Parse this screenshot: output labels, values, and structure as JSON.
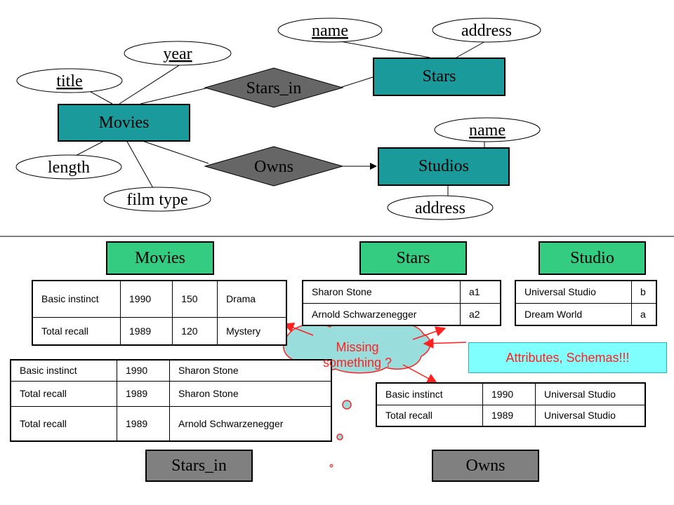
{
  "er": {
    "entities": {
      "movies": "Movies",
      "stars": "Stars",
      "studios": "Studios"
    },
    "relationships": {
      "stars_in": "Stars_in",
      "owns": "Owns"
    },
    "attributes": {
      "title": "title",
      "year": "year",
      "length": "length",
      "film_type": "film type",
      "star_name": "name",
      "star_address": "address",
      "studio_name": "name",
      "studio_address": "address"
    }
  },
  "relations": {
    "movies": {
      "label": "Movies",
      "rows": [
        [
          "Basic instinct",
          "1990",
          "150",
          "Drama"
        ],
        [
          "Total recall",
          "1989",
          "120",
          "Mystery"
        ]
      ]
    },
    "stars": {
      "label": "Stars",
      "rows": [
        [
          "Sharon Stone",
          "a1"
        ],
        [
          "Arnold Schwarzenegger",
          "a2"
        ]
      ]
    },
    "studio": {
      "label": "Studio",
      "rows": [
        [
          "Universal Studio",
          "b"
        ],
        [
          "Dream World",
          "a"
        ]
      ]
    },
    "stars_in": {
      "label": "Stars_in",
      "rows": [
        [
          "Basic instinct",
          "1990",
          "Sharon Stone"
        ],
        [
          "Total recall",
          "1989",
          "Sharon Stone"
        ],
        [
          "Total recall",
          "1989",
          "Arnold Schwarzenegger"
        ]
      ]
    },
    "owns": {
      "label": "Owns",
      "rows": [
        [
          "Basic instinct",
          "1990",
          "Universal Studio"
        ],
        [
          "Total recall",
          "1989",
          "Universal Studio"
        ]
      ]
    }
  },
  "callout": {
    "line1": "Missing",
    "line2": "something ?"
  },
  "schema_note": "Attributes, Schemas!!!",
  "colors": {
    "entity": "#1a9a9a",
    "relationship": "#666666",
    "relation_header": "#33cc80",
    "relation_header_grey": "#808080",
    "callout_fill": "#99dddd",
    "callout_text": "#ff2020",
    "schema_note_bg": "#80ffff"
  }
}
